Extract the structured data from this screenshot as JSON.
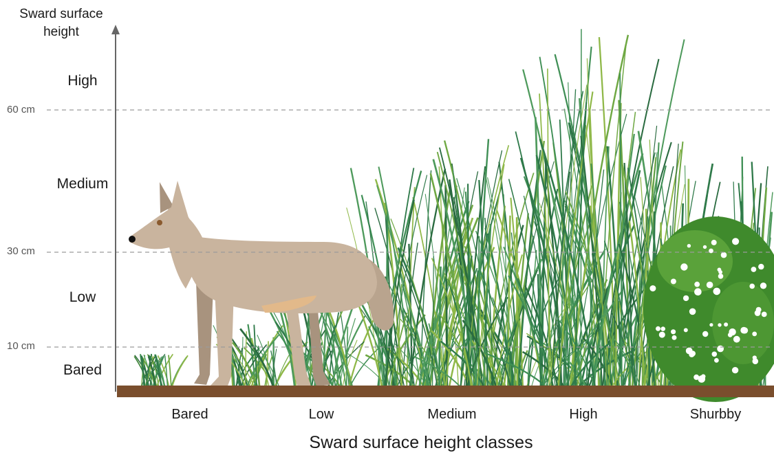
{
  "y_axis": {
    "title_line1": "Sward surface",
    "title_line2": "height",
    "thresholds": [
      "60 cm",
      "30 cm",
      "10 cm"
    ],
    "zones": [
      "High",
      "Medium",
      "Low",
      "Bared"
    ]
  },
  "x_axis": {
    "title": "Sward surface height classes",
    "classes": [
      "Bared",
      "Low",
      "Medium",
      "High",
      "Shurbby"
    ]
  },
  "colors": {
    "soil": "#7a4e2d",
    "fox": "#c9b49e",
    "fox_shade": "#a8937e",
    "fox_belly": "#e2b98a",
    "grass_dark": "#2f7a4a",
    "grass_light": "#8fb848",
    "shrub": "#3f8a2c",
    "flower": "#ffffff",
    "axis": "#666666",
    "dashed": "#9a9a9a"
  },
  "icons": [
    "fox-icon",
    "grass-icon",
    "shrub-icon"
  ]
}
